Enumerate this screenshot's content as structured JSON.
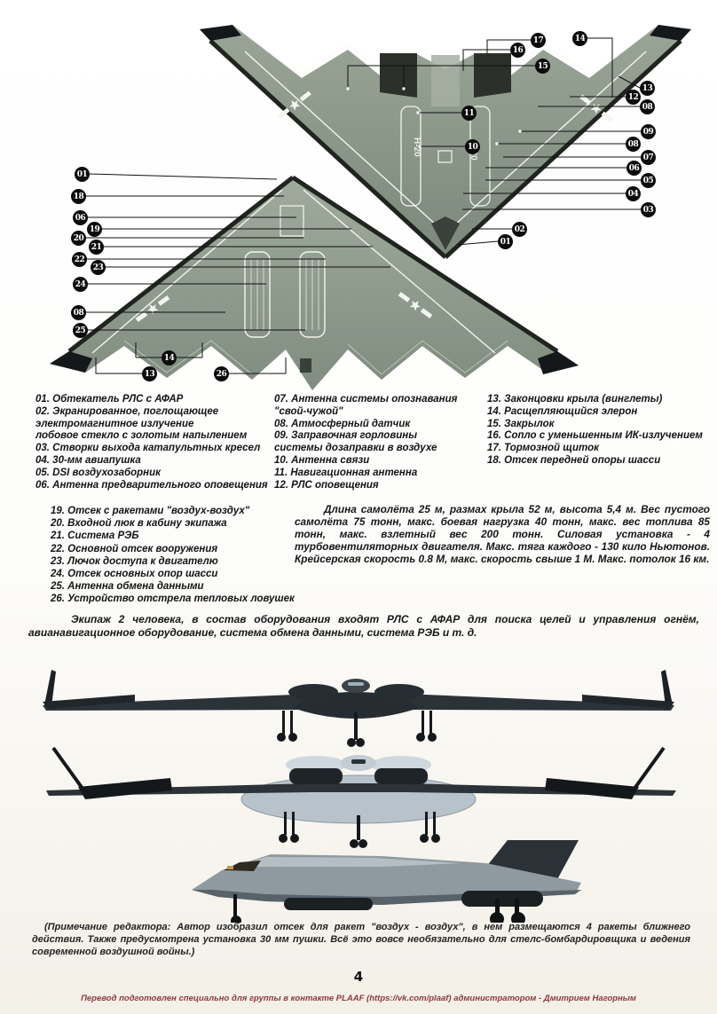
{
  "page": {
    "number": "4"
  },
  "aircraft": {
    "marking": "H-20"
  },
  "callouts": {
    "top": [
      "17",
      "16",
      "15",
      "14",
      "13",
      "12",
      "08",
      "11",
      "09",
      "08",
      "10",
      "07",
      "06",
      "05",
      "04",
      "03",
      "02",
      "01"
    ],
    "bottom": [
      "01",
      "18",
      "06",
      "19",
      "20",
      "21",
      "22",
      "23",
      "24",
      "08",
      "25",
      "14",
      "13",
      "26"
    ]
  },
  "legend1": {
    "col1": [
      "01. Обтекатель РЛС с АФАР",
      "02. Экранированное, поглощающее",
      "электромагнитное излучение",
      "лобовое стекло с золотым напылением",
      "03. Створки выхода катапультных кресел",
      "04. 30-мм авиапушка",
      "05. DSI воздухозаборник",
      "06. Антенна предварительного оповещения"
    ],
    "col2": [
      "07. Антенна системы опознавания",
      "\"свой-чужой\"",
      "08. Атмосферный датчик",
      "09. Заправочная горловины",
      "системы дозаправки в воздухе",
      "10. Антенна связи",
      "11. Навигационная антенна",
      "12. РЛС оповещения"
    ],
    "col3": [
      "13. Законцовки крыла (винглеты)",
      "14. Расщепляющийся элерон",
      "15. Закрылок",
      "16. Сопло с уменьшенным ИК-излучением",
      "17. Тормозной щиток",
      "18. Отсек передней опоры шасси"
    ]
  },
  "legend2": [
    "19. Отсек с ракетами \"воздух-воздух\"",
    "20. Входной люк в кабину экипажа",
    "21. Система РЭБ",
    "22. Основной отсек вооружения",
    "23. Лючок доступа к двигателю",
    "24. Отсек основных опор шасси",
    "25. Антенна обмена данными",
    "26. Устройство отстрела тепловых ловушек"
  ],
  "paragraphs": {
    "specs": "Длина самолёта 25 м, размах крыла 52 м, высота 5,4 м. Вес пустого самолёта 75 тонн, макс. боевая нагрузка 40 тонн, макс. вес топлива 85 тонн, макс. взлетный вес 200 тонн. Силовая установка - 4 турбовентиляторных двигателя. Макс. тяга каждого - 130 кило Ньютонов. Крейсерская скорость 0.8 М, макс. скорость свыше 1 М. Макс. потолок 16 км.",
    "crew": "Экипаж 2 человека, в состав оборудования входят РЛС с АФАР для поиска целей и управления огнём, авианавигационное оборудование, система обмена данными, система РЭБ и т. д.",
    "note": "(Примечание редактора: Автор изобразил отсек для ракет \"воздух - воздух\", в нем размещаются 4 ракеты ближнего действия. Также предусмотрена установка 30 мм пушки. Всё это вовсе необязательно для стелс-бомбардировщика и ведения современной воздушной войны.)"
  },
  "footer": {
    "text": "Перевод подготовлен специально для группы в контакте PLAAF (https://vk.com/plaaf) администратором - Дмитрием Нагорным"
  },
  "colors": {
    "footer_text": "#8c3a3a",
    "badge_fill": "#0c0c0c",
    "airframe_top": "#97a295",
    "render_dark": "#2f363b"
  }
}
